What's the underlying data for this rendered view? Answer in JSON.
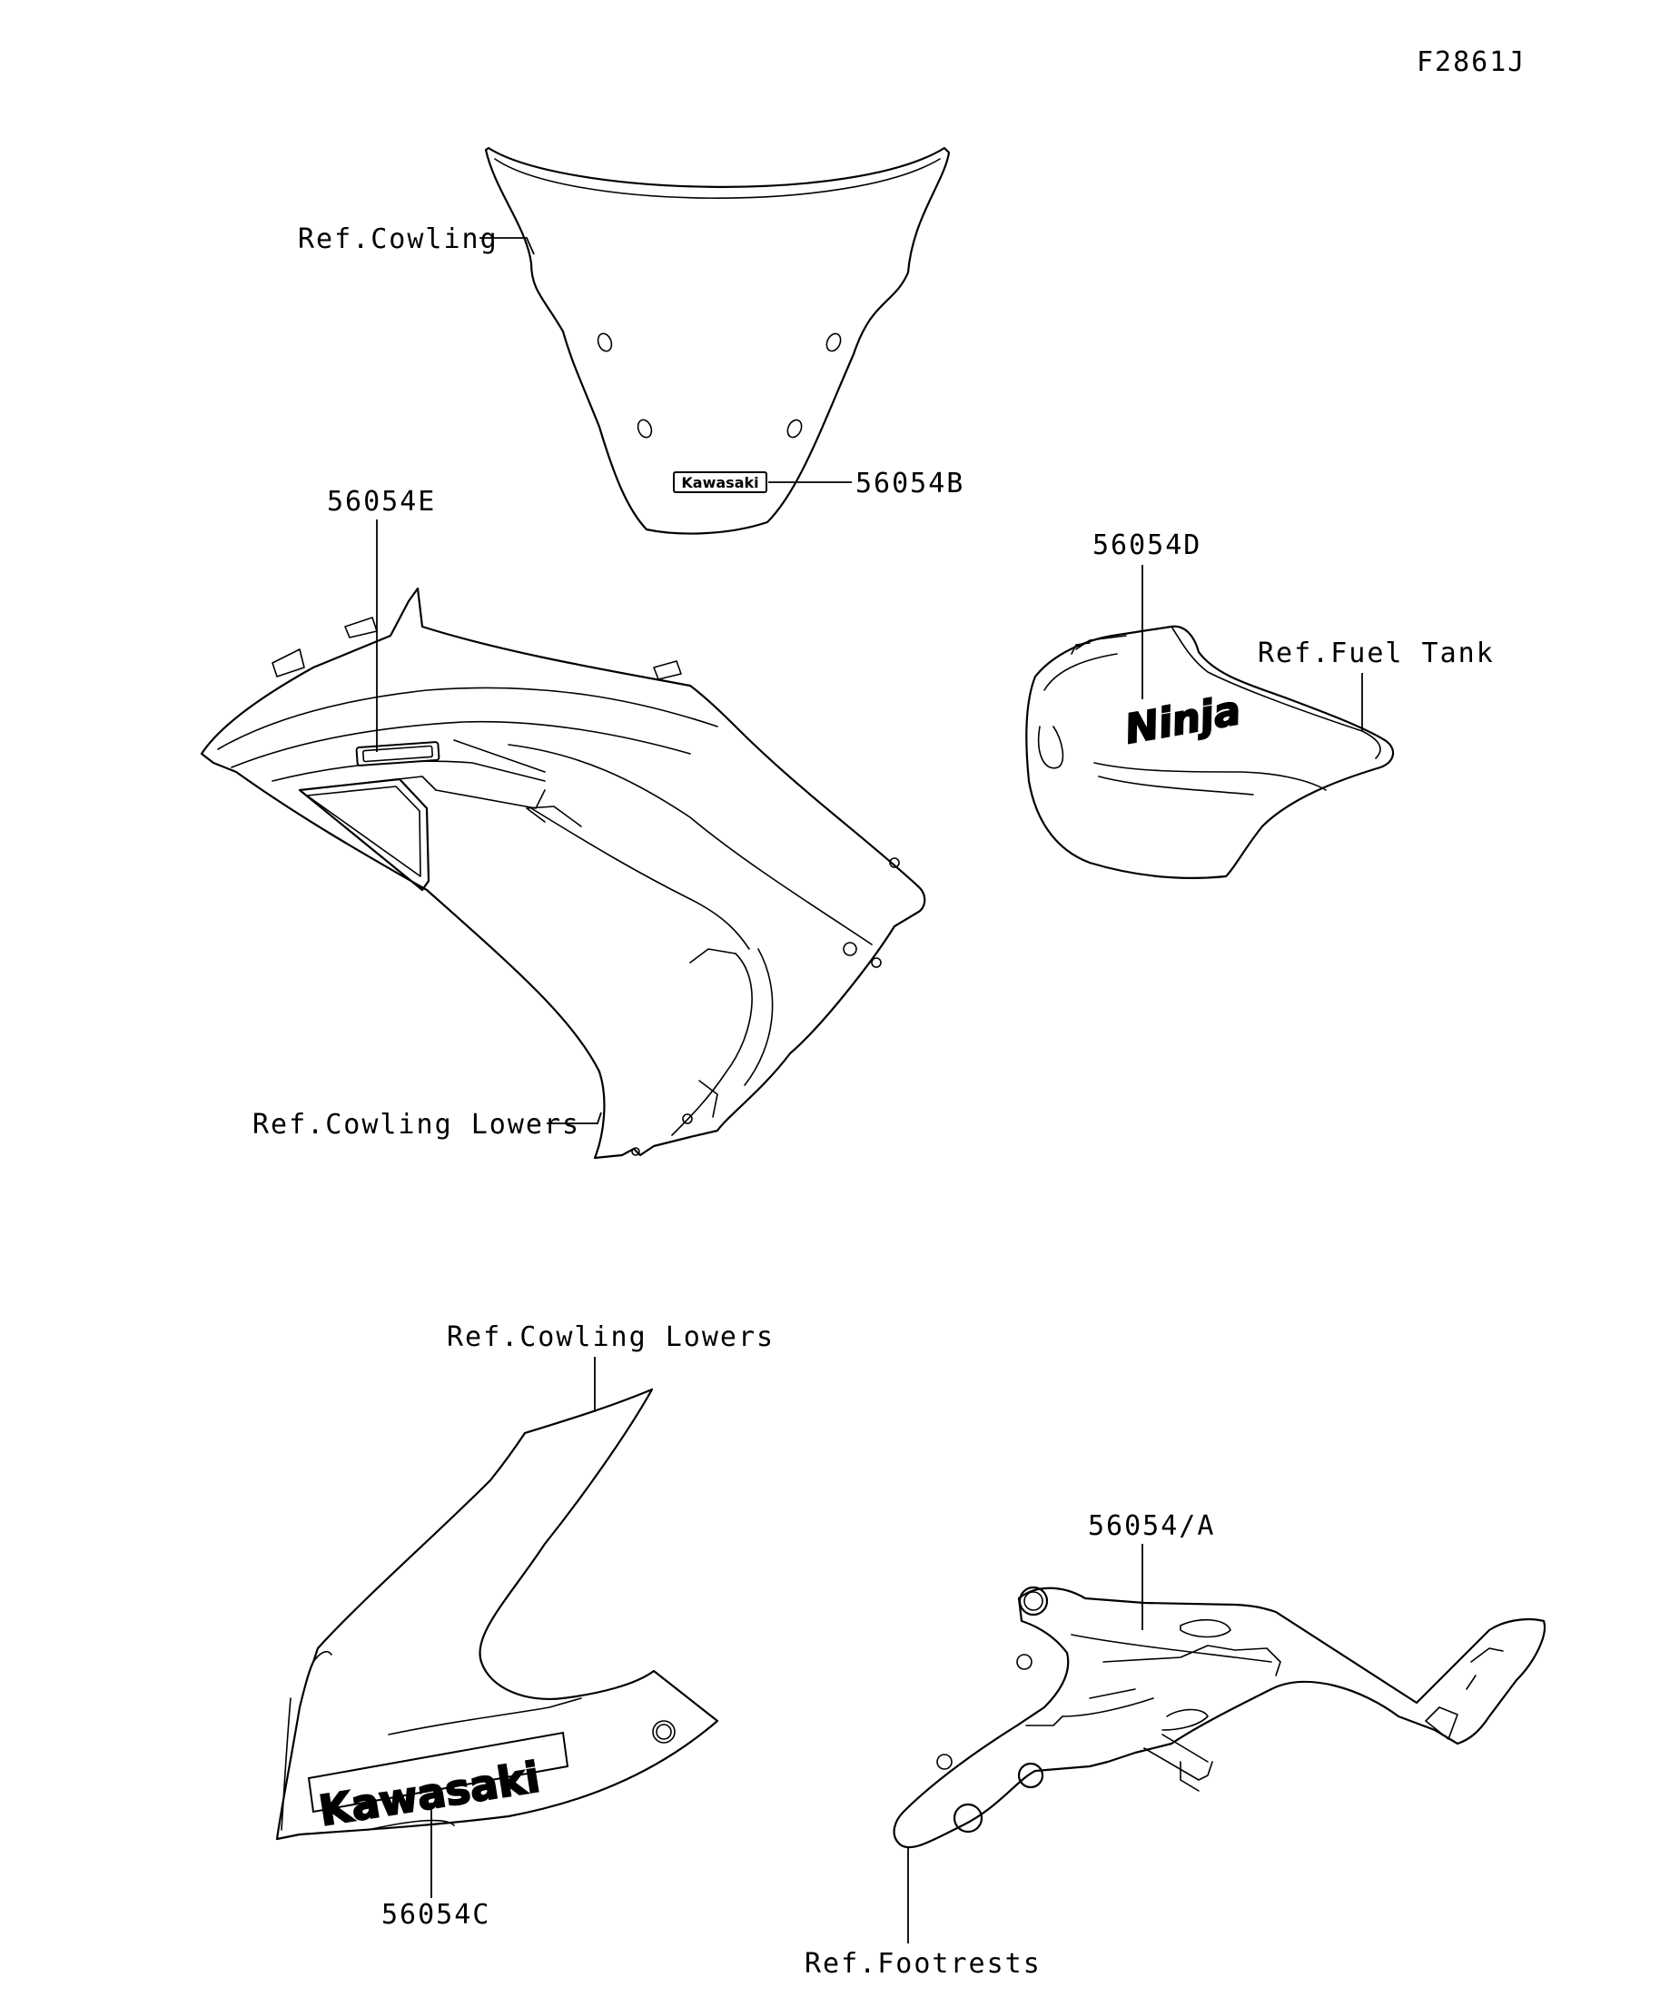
{
  "figure_code": "F2861J",
  "labels": {
    "ref_cowling": "Ref.Cowling",
    "part_56054B": "56054B",
    "part_56054E": "56054E",
    "part_56054D": "56054D",
    "ref_fuel_tank": "Ref.Fuel Tank",
    "ref_cowling_lowers_1": "Ref.Cowling Lowers",
    "ref_cowling_lowers_2": "Ref.Cowling Lowers",
    "part_56054A": "56054/A",
    "part_56054C": "56054C",
    "ref_footrests": "Ref.Footrests"
  },
  "decal_text": {
    "windscreen_logo": "Kawasaki",
    "tank_logo": "Ninja",
    "lower_cowl_logo": "Kawasaki"
  },
  "colors": {
    "line": "#000000",
    "background": "#ffffff"
  }
}
